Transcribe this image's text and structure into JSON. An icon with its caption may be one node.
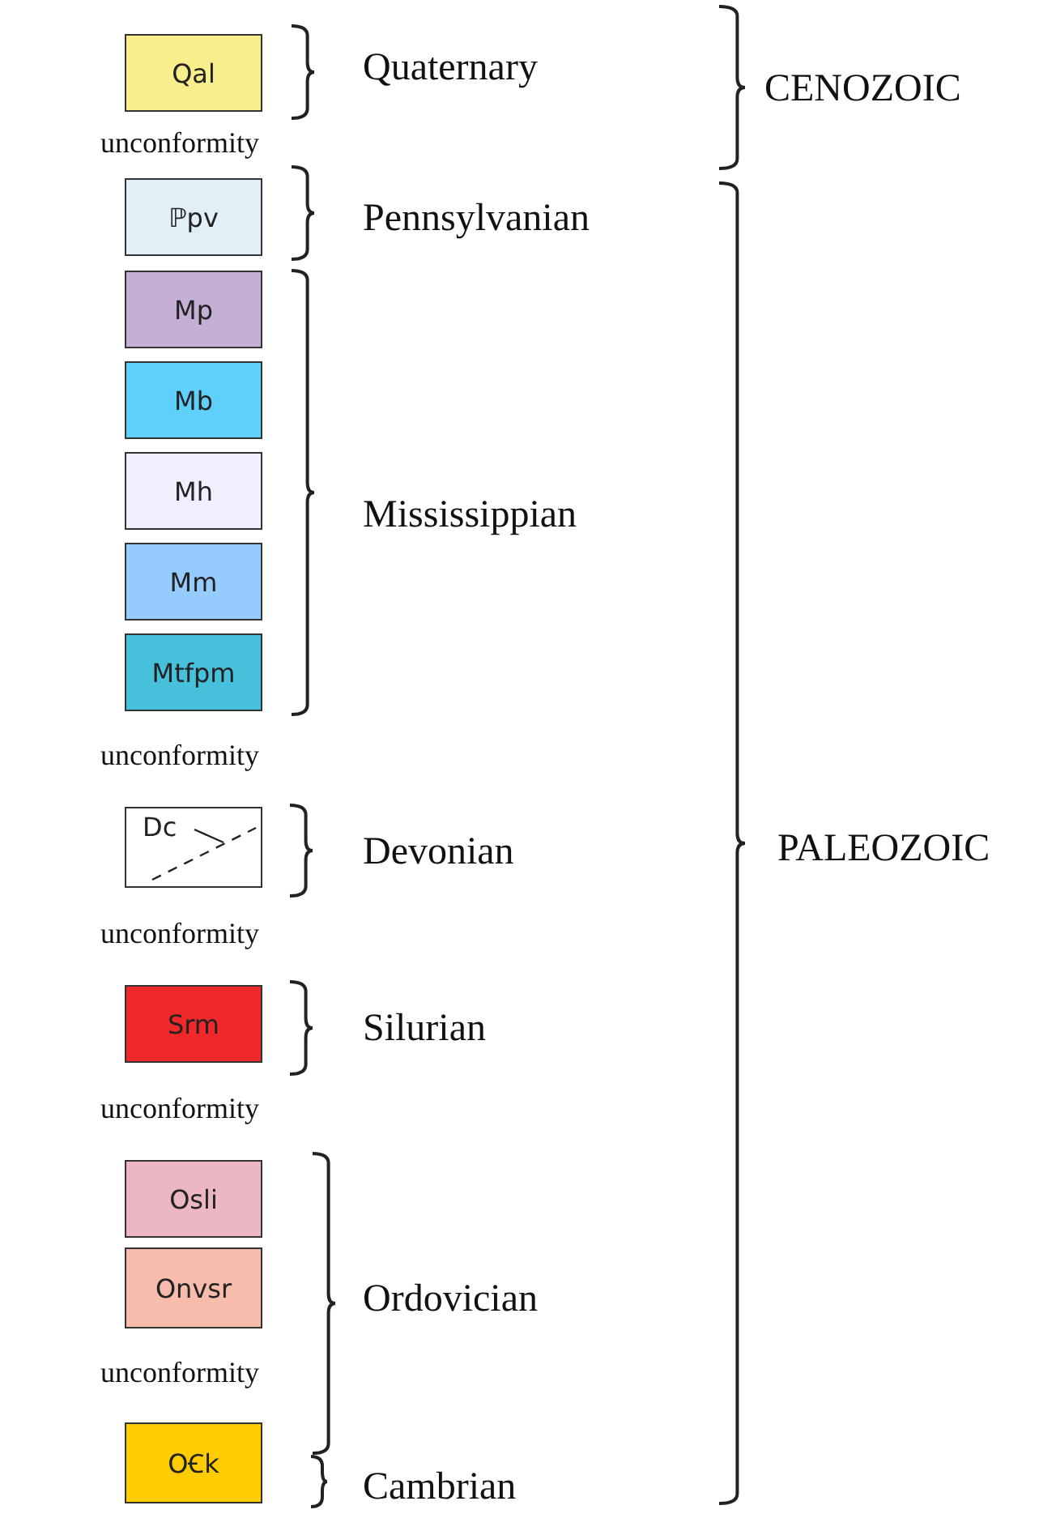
{
  "diagram": {
    "nodes": [
      {
        "text": [
          "Qal"
        ]
      },
      {
        "text": [
          "ℙpv"
        ]
      },
      {
        "text": [
          "Mp"
        ]
      },
      {
        "text": [
          "Mb"
        ]
      },
      {
        "text": [
          "Mh"
        ]
      },
      {
        "text": [
          "Mm"
        ]
      },
      {
        "text": [
          "Mtfpm"
        ]
      },
      {
        "text": [
          "Dc"
        ]
      },
      {
        "text": [
          "Srm"
        ]
      },
      {
        "text": [
          "Osli"
        ]
      },
      {
        "text": [
          "Onvsr"
        ]
      },
      {
        "text": [
          "OꞒk"
        ]
      }
    ],
    "labels": [
      "Quaternary",
      "CENOZOIC",
      "unconformity",
      "Pennsylvanian",
      "Mississippian",
      "unconformity",
      "PALEOZOIC",
      "Devonian",
      "unconformity",
      "Silurian",
      "unconformity",
      "Ordovician",
      "unconformity",
      "Cambrian"
    ]
  }
}
